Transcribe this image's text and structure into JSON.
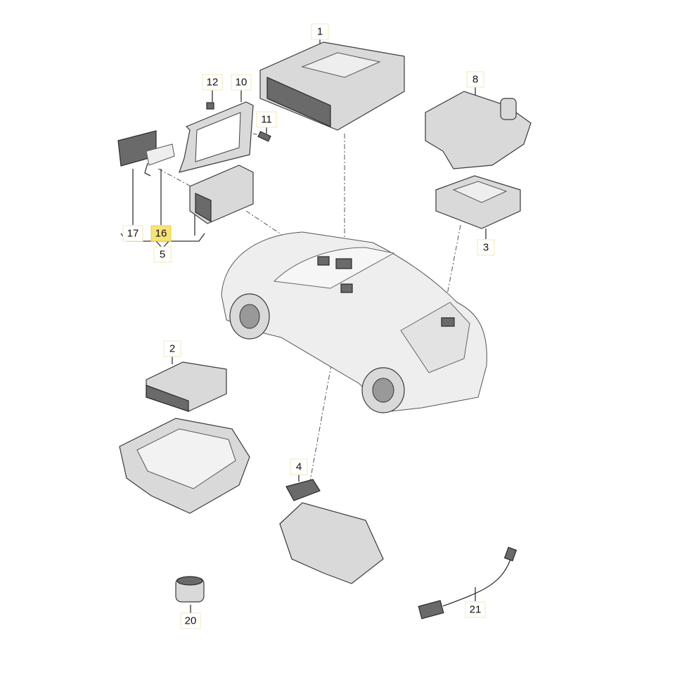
{
  "diagram": {
    "labels": [
      {
        "id": "1",
        "text": "1",
        "highlighted": false
      },
      {
        "id": "2",
        "text": "2",
        "highlighted": false
      },
      {
        "id": "3",
        "text": "3",
        "highlighted": false
      },
      {
        "id": "4",
        "text": "4",
        "highlighted": false
      },
      {
        "id": "5",
        "text": "5",
        "highlighted": false
      },
      {
        "id": "8",
        "text": "8",
        "highlighted": false
      },
      {
        "id": "10",
        "text": "10",
        "highlighted": false
      },
      {
        "id": "11",
        "text": "11",
        "highlighted": false
      },
      {
        "id": "12",
        "text": "12",
        "highlighted": false
      },
      {
        "id": "16",
        "text": "16",
        "highlighted": true
      },
      {
        "id": "17",
        "text": "17",
        "highlighted": false
      },
      {
        "id": "20",
        "text": "20",
        "highlighted": false
      },
      {
        "id": "21",
        "text": "21",
        "highlighted": false
      }
    ],
    "highlight_color": "#f7e27a"
  }
}
